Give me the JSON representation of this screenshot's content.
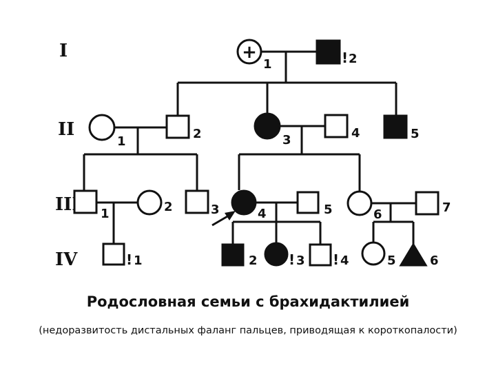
{
  "title": "Родословная семьи с брахидактилией",
  "subtitle": "(недоразвитость дистальных фаланг пальцев, приводящая к короткопалости)",
  "generations": [
    "I",
    "II",
    "III",
    "IV"
  ],
  "individuals": [
    {
      "id": "I-1",
      "number": "1",
      "sex": "female",
      "affected": false,
      "mark": "+"
    },
    {
      "id": "I-2",
      "number": "2",
      "sex": "male",
      "affected": true,
      "mark": "!"
    },
    {
      "id": "II-1",
      "number": "1",
      "sex": "female",
      "affected": false
    },
    {
      "id": "II-2",
      "number": "2",
      "sex": "male",
      "affected": false
    },
    {
      "id": "II-3",
      "number": "3",
      "sex": "female",
      "affected": true
    },
    {
      "id": "II-4",
      "number": "4",
      "sex": "male",
      "affected": false
    },
    {
      "id": "II-5",
      "number": "5",
      "sex": "male",
      "affected": true
    },
    {
      "id": "III-1",
      "number": "1",
      "sex": "male",
      "affected": false
    },
    {
      "id": "III-2",
      "number": "2",
      "sex": "female",
      "affected": false
    },
    {
      "id": "III-3",
      "number": "3",
      "sex": "male",
      "affected": false
    },
    {
      "id": "III-4",
      "number": "4",
      "sex": "female",
      "affected": true,
      "proband": true
    },
    {
      "id": "III-5",
      "number": "5",
      "sex": "male",
      "affected": false
    },
    {
      "id": "III-6",
      "number": "6",
      "sex": "female",
      "affected": false
    },
    {
      "id": "III-7",
      "number": "7",
      "sex": "male",
      "affected": false
    },
    {
      "id": "IV-1",
      "number": "1",
      "sex": "male",
      "affected": false,
      "mark": "!"
    },
    {
      "id": "IV-2",
      "number": "2",
      "sex": "male",
      "affected": true
    },
    {
      "id": "IV-3",
      "number": "3",
      "sex": "female",
      "affected": true,
      "mark": "!"
    },
    {
      "id": "IV-4",
      "number": "4",
      "sex": "male",
      "affected": false,
      "mark": "!"
    },
    {
      "id": "IV-5",
      "number": "5",
      "sex": "female",
      "affected": false
    },
    {
      "id": "IV-6",
      "number": "6",
      "sex": "unknown",
      "affected": true
    }
  ],
  "colors": {
    "ink": "#111111",
    "background": "#ffffff"
  }
}
